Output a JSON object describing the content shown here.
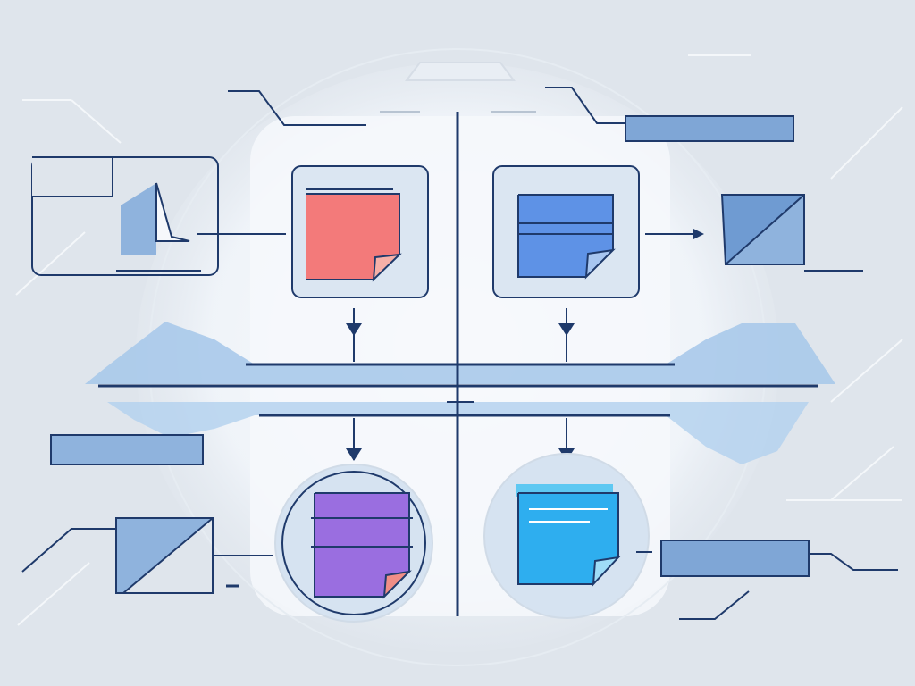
{
  "diagram": {
    "colors": {
      "background": "#dfe5ec",
      "ink": "#1f3a6b",
      "band": "#a9c9ea",
      "bar": "#8fb3dd",
      "glow": "#f3f6fa"
    },
    "notes": [
      {
        "id": "note-red",
        "icon": "sticky-note-icon",
        "color": "#f37a7a",
        "fold": "#f6b0a8",
        "frame": "rounded-square"
      },
      {
        "id": "note-blue",
        "icon": "sticky-note-stack-icon",
        "color": "#5e92e6",
        "fold": "#a8c6f0",
        "frame": "rounded-square"
      },
      {
        "id": "note-purple",
        "icon": "sticky-note-stack-icon",
        "color": "#9a6ee0",
        "fold": "#f08e86",
        "frame": "circle"
      },
      {
        "id": "note-cyan",
        "icon": "sticky-note-lines-icon",
        "color": "#2eaeef",
        "fold": "#9fdcf7",
        "frame": "circle"
      }
    ],
    "side_panels": [
      {
        "id": "label-bar-top-right",
        "color": "#7fa6d6"
      },
      {
        "id": "label-bar-middle-left",
        "color": "#8fb3dd"
      },
      {
        "id": "label-bar-bottom-right",
        "color": "#7fa6d6"
      }
    ],
    "icons": [
      "triangle-panel-icon",
      "diagonal-card-icon",
      "down-arrow-icon",
      "right-arrow-icon"
    ]
  }
}
